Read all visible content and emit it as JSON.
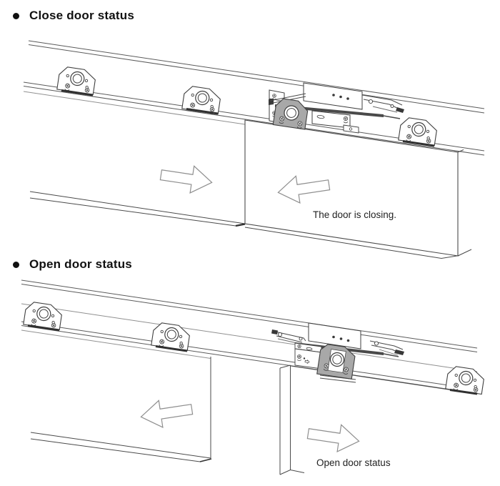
{
  "page_title": "Sliding door soft-close operation diagram",
  "colors": {
    "line": "#4a4a4a",
    "light_line": "#8f8f8f",
    "bracket_gray": "#a8a8a8",
    "dark_fill": "#383838",
    "text": "#111111"
  },
  "icons": [
    "bullet-icon",
    "arrow-right-icon",
    "arrow-left-icon",
    "roller-hanger-icon",
    "screw-icon"
  ],
  "sections": [
    {
      "heading": "Close door status",
      "caption": "The door is closing.",
      "left_door_arrow": "right",
      "right_door_arrow": "left"
    },
    {
      "heading": "Open door status",
      "caption": "Open door status",
      "left_door_arrow": "left",
      "right_door_arrow": "right"
    }
  ]
}
